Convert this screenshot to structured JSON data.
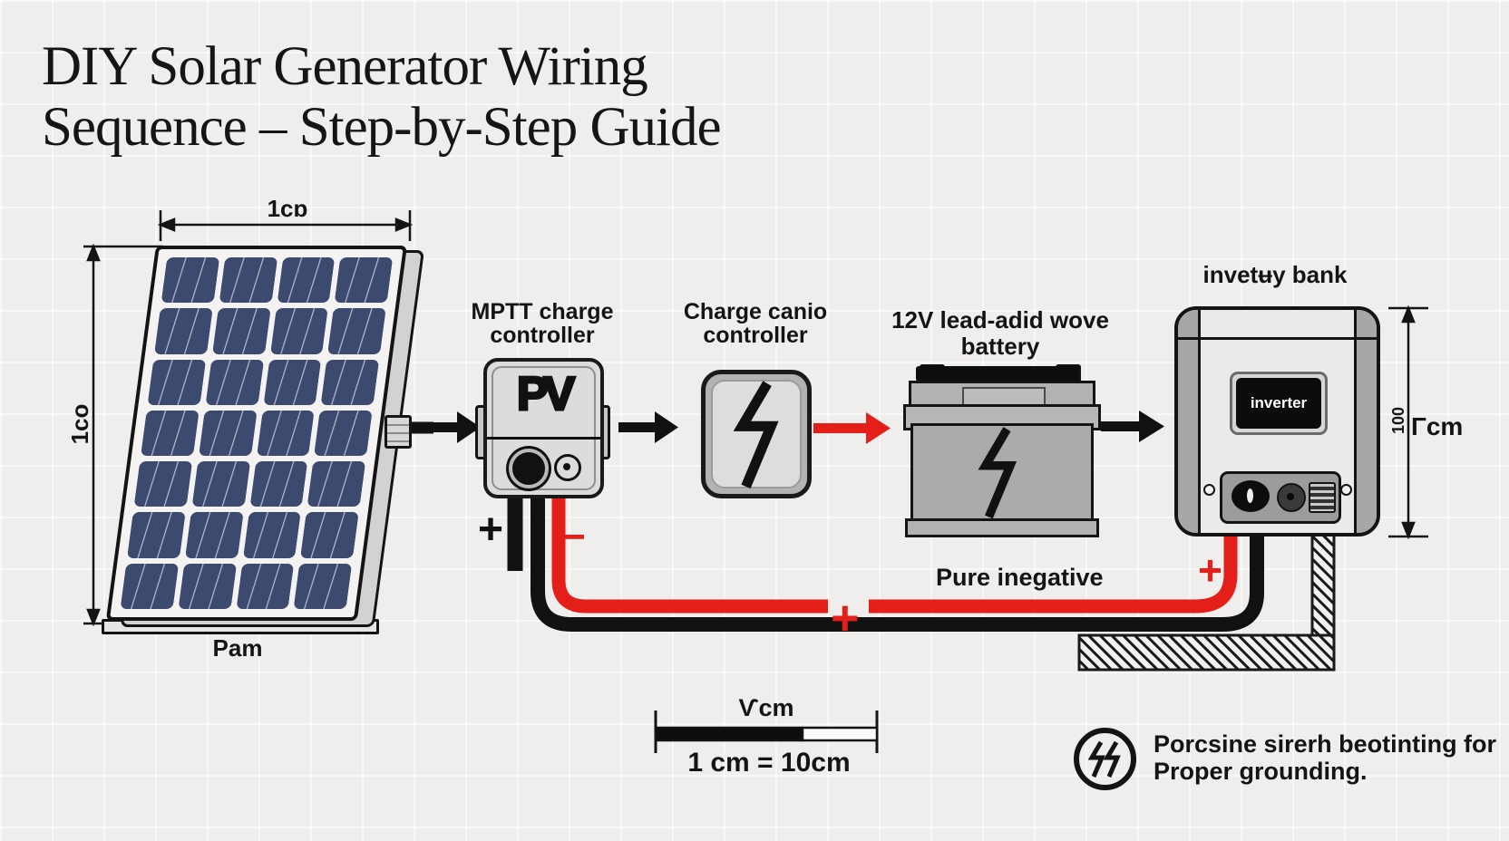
{
  "title": {
    "line1": "DIY Solar Generator Wiring",
    "line2": "Sequence – Step-by-Step Guide"
  },
  "solar_panel": {
    "label": "Pam",
    "dim_width": "1cɒ",
    "dim_height": "1co"
  },
  "mppt_controller": {
    "label_line1": "MPTT charge",
    "label_line2": "controller",
    "logo": "PV"
  },
  "charge_controller": {
    "label_line1": "Charge canio",
    "label_line2": "controller"
  },
  "battery": {
    "label_line1": "12V lead-adid wove",
    "label_line2": "battery"
  },
  "inverter": {
    "label": "invetʉy bank",
    "screen_text": "inverter",
    "dim_value": "100",
    "dim_label": "Γcm"
  },
  "wiring": {
    "mppt_plus": "+",
    "mppt_minus": "−",
    "junction_plus": "+",
    "inverter_plus": "+",
    "negative_label": "Pure inegative"
  },
  "scale_bar": {
    "label": "Ѵcm",
    "caption": "1 cm = 10cm"
  },
  "grounding_note": {
    "line1": "Porcsine sirerh beotinting for",
    "line2": "Proper grounding."
  },
  "colors": {
    "wire_red": "#e41e18",
    "wire_black": "#111111",
    "panel_cell": "#3c4a70",
    "background": "#efeeec"
  }
}
